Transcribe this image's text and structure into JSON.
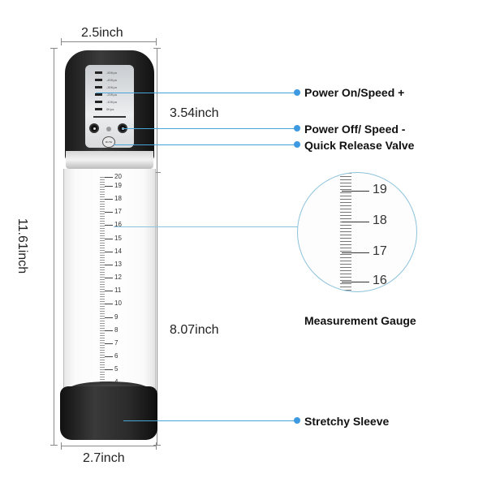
{
  "dimensions": {
    "top_width": "2.5inch",
    "bottom_width": "2.7inch",
    "total_height": "11.61inch",
    "head_height": "3.54inch",
    "cylinder_height": "8.07inch"
  },
  "callouts": [
    {
      "label": "Power On/Speed +"
    },
    {
      "label": "Power Off/ Speed -"
    },
    {
      "label": "Quick Release Valve"
    },
    {
      "label": "Measurement Gauge"
    },
    {
      "label": "Stretchy Sleeve"
    }
  ],
  "control_panel": {
    "levels": [
      "-50Kpa",
      "-40Kpa",
      "-30Kpa",
      "-20Kpa",
      "-10Kpa",
      "0Kpa"
    ],
    "valve_label": "MUTE"
  },
  "cylinder_scale": [
    "20",
    "19",
    "18",
    "17",
    "16",
    "15",
    "14",
    "13",
    "12",
    "11",
    "10",
    "9",
    "8",
    "7",
    "6",
    "5",
    "4"
  ],
  "magnifier_scale": [
    "19",
    "18",
    "17",
    "16"
  ],
  "colors": {
    "callout_line": "#4aa3d9",
    "callout_dot": "#3d9ae0",
    "device_dark": "#1f1f1f"
  }
}
